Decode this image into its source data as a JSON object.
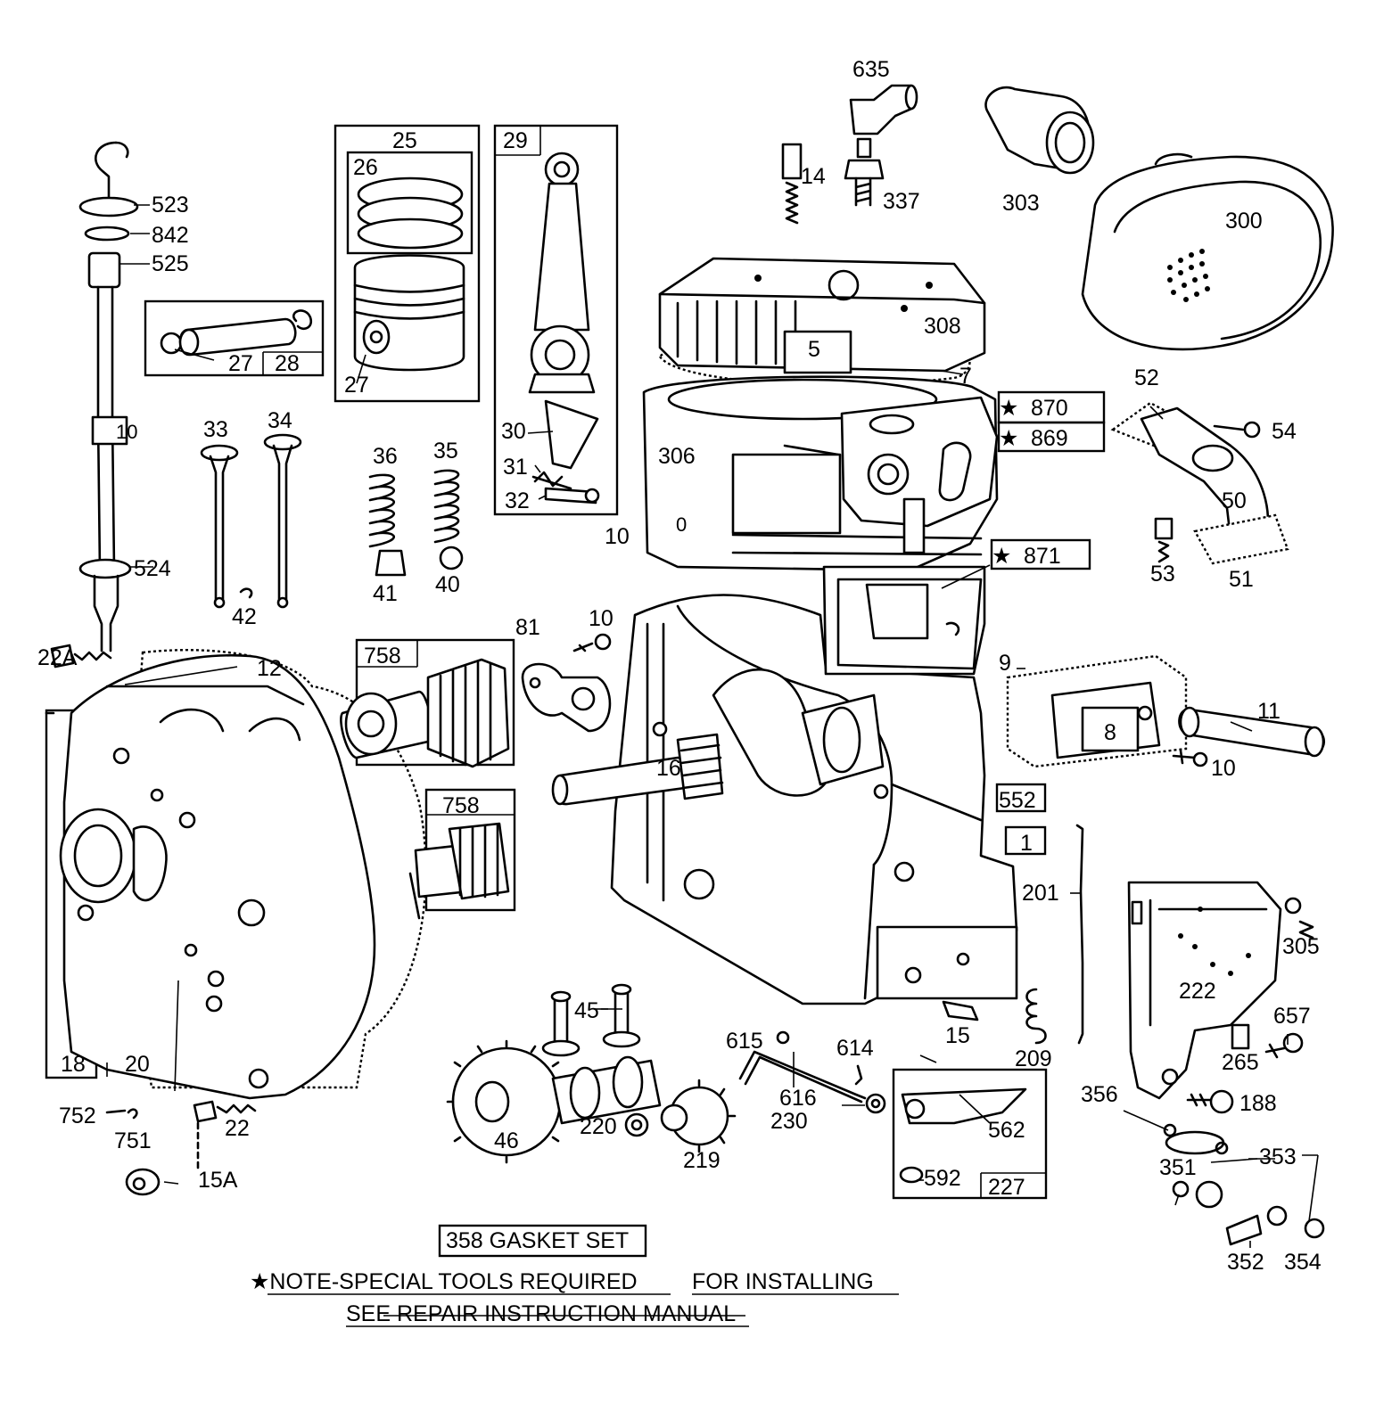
{
  "title": "358 GASKET SET",
  "note": {
    "line1": "★NOTE-SPECIAL TOOLS REQUIRED",
    "line1b": "FOR INSTALLING",
    "line2": "SEE REPAIR INSTRUCTION MANUAL"
  },
  "boxes": {
    "b25": "25",
    "b26": "26",
    "b29": "29",
    "b28": "28",
    "b758a": "758",
    "b758b": "758",
    "b18": "18",
    "b227": "227",
    "b552": "552",
    "b1": "1",
    "b870": "870",
    "b869": "869",
    "b871": "871"
  },
  "labels": {
    "l635": "635",
    "l14": "14",
    "l337": "337",
    "l303": "303",
    "l300": "300",
    "l523": "523",
    "l842": "842",
    "l525": "525",
    "l524": "524",
    "l10tag": "10",
    "l27a": "27",
    "l27b": "27",
    "l33": "33",
    "l34": "34",
    "l42": "42",
    "l36": "36",
    "l35": "35",
    "l41": "41",
    "l40": "40",
    "l30": "30",
    "l31": "31",
    "l32": "32",
    "l5": "5",
    "l308": "308",
    "l7": "7",
    "l306": "306",
    "l10a": "10",
    "l52": "52",
    "l54": "54",
    "l50": "50",
    "l53": "53",
    "l51": "51",
    "l22A": "22A",
    "l12": "12",
    "l81": "81",
    "l10b": "10",
    "l9": "9",
    "l11": "11",
    "l8": "8",
    "l10c": "10",
    "l16": "16",
    "l201": "201",
    "l305": "305",
    "l222": "222",
    "l657": "657",
    "l265": "265",
    "l188": "188",
    "l356": "356",
    "l351": "351",
    "l353": "353",
    "l352": "352",
    "l354": "354",
    "l20": "20",
    "l752": "752",
    "l751": "751",
    "l22": "22",
    "l15A": "15A",
    "l45": "45",
    "l46": "46",
    "l220": "220",
    "l219": "219",
    "l615": "615",
    "l616": "616",
    "l614": "614",
    "l230": "230",
    "l15": "15",
    "l209": "209",
    "l562": "562",
    "l592": "592"
  }
}
